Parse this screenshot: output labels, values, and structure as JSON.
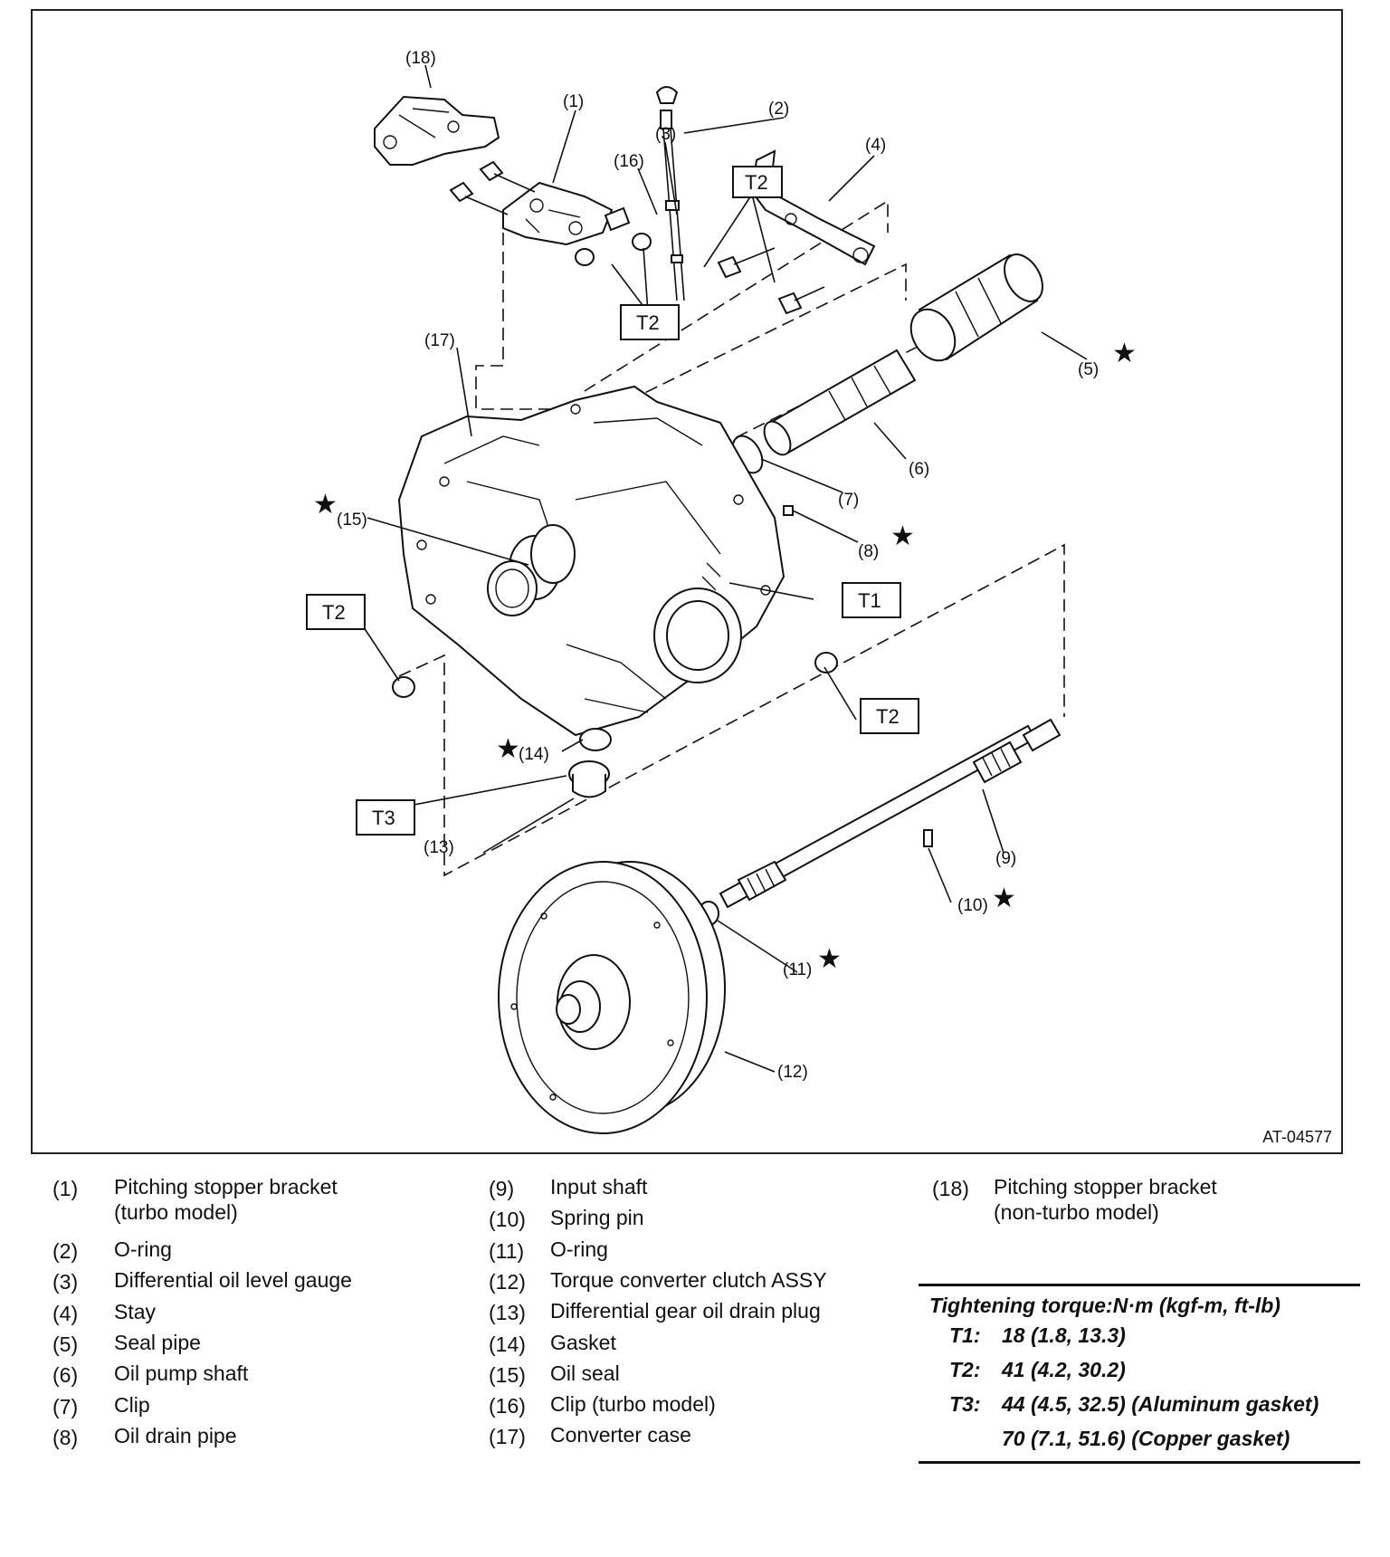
{
  "figure": {
    "code": "AT-04577",
    "callouts": {
      "c1": "(1)",
      "c2": "(2)",
      "c3": "(3)",
      "c4": "(4)",
      "c5": "(5)",
      "c6": "(6)",
      "c7": "(7)",
      "c8": "(8)",
      "c9": "(9)",
      "c10": "(10)",
      "c11": "(11)",
      "c12": "(12)",
      "c13": "(13)",
      "c14": "(14)",
      "c15": "(15)",
      "c16": "(16)",
      "c17": "(17)",
      "c18": "(18)"
    },
    "torque_boxes": {
      "t1": "T1",
      "t2": "T2",
      "t3": "T3"
    },
    "star_symbol": "★"
  },
  "legend": {
    "col1": [
      {
        "num": "(1)",
        "text": "Pitching stopper bracket",
        "text2": "(turbo model)"
      },
      {
        "num": "(2)",
        "text": "O-ring"
      },
      {
        "num": "(3)",
        "text": "Differential oil level gauge"
      },
      {
        "num": "(4)",
        "text": "Stay"
      },
      {
        "num": "(5)",
        "text": "Seal pipe"
      },
      {
        "num": "(6)",
        "text": "Oil pump shaft"
      },
      {
        "num": "(7)",
        "text": "Clip"
      },
      {
        "num": "(8)",
        "text": "Oil drain pipe"
      }
    ],
    "col2": [
      {
        "num": "(9)",
        "text": "Input shaft"
      },
      {
        "num": "(10)",
        "text": "Spring pin"
      },
      {
        "num": "(11)",
        "text": "O-ring"
      },
      {
        "num": "(12)",
        "text": "Torque converter clutch ASSY"
      },
      {
        "num": "(13)",
        "text": "Differential gear oil drain plug"
      },
      {
        "num": "(14)",
        "text": "Gasket"
      },
      {
        "num": "(15)",
        "text": "Oil seal"
      },
      {
        "num": "(16)",
        "text": "Clip (turbo model)"
      },
      {
        "num": "(17)",
        "text": "Converter case"
      }
    ],
    "col3": [
      {
        "num": "(18)",
        "text": "Pitching stopper bracket",
        "text2": "(non-turbo model)"
      }
    ]
  },
  "torque_table": {
    "title": "Tightening torque:N·m (kgf-m, ft-lb)",
    "rows": [
      {
        "key": "T1:",
        "value": "18 (1.8, 13.3)"
      },
      {
        "key": "T2:",
        "value": "41 (4.2, 30.2)"
      },
      {
        "key": "T3:",
        "value": "44 (4.5, 32.5) (Aluminum gasket)"
      },
      {
        "key": "",
        "value": "70 (7.1, 51.6) (Copper gasket)"
      }
    ]
  }
}
